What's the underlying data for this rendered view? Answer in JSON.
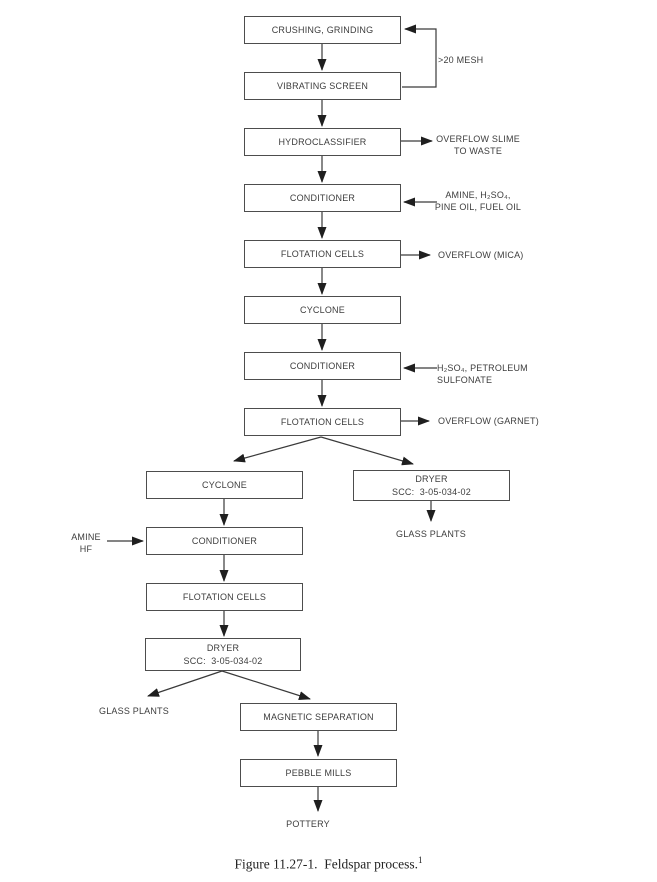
{
  "colors": {
    "ink": "#3a3a3a",
    "arrow_fill": "#1f1f1f",
    "box_border": "#4d4d4d",
    "background": "#ffffff"
  },
  "boxes": {
    "crushing": "CRUSHING, GRINDING",
    "vibrating_screen": "VIBRATING SCREEN",
    "hydroclassifier": "HYDROCLASSIFIER",
    "conditioner_1": "CONDITIONER",
    "flotation_1": "FLOTATION CELLS",
    "cyclone_1": "CYCLONE",
    "conditioner_2": "CONDITIONER",
    "flotation_2": "FLOTATION CELLS",
    "cyclone_2": "CYCLONE",
    "dryer_right_line1": "DRYER",
    "dryer_right_line2": "SCC:  3-05-034-02",
    "conditioner_3": "CONDITIONER",
    "flotation_3": "FLOTATION CELLS",
    "dryer_left_line1": "DRYER",
    "dryer_left_line2": "SCC:  3-05-034-02",
    "magnetic_separation": "MAGNETIC SEPARATION",
    "pebble_mills": "PEBBLE MILLS"
  },
  "annotations": {
    "mesh_recycle": ">20 MESH",
    "overflow_slime_line1": "OVERFLOW SLIME",
    "overflow_slime_line2": "TO WASTE",
    "conditioner1_reagents_line1": "AMINE, H₂SO₄,",
    "conditioner1_reagents_line2": "PINE OIL, FUEL OIL",
    "overflow_mica": "OVERFLOW (MICA)",
    "conditioner2_reagents": "H₂SO₄, PETROLEUM SULFONATE",
    "overflow_garnet": "OVERFLOW (GARNET)",
    "glass_plants_right": "GLASS PLANTS",
    "conditioner3_reagents_line1": "AMINE",
    "conditioner3_reagents_line2": "HF",
    "glass_plants_left": "GLASS PLANTS",
    "pottery": "POTTERY"
  },
  "caption": {
    "text": "Figure 11.27-1.  Feldspar process.",
    "superscript": "1"
  }
}
